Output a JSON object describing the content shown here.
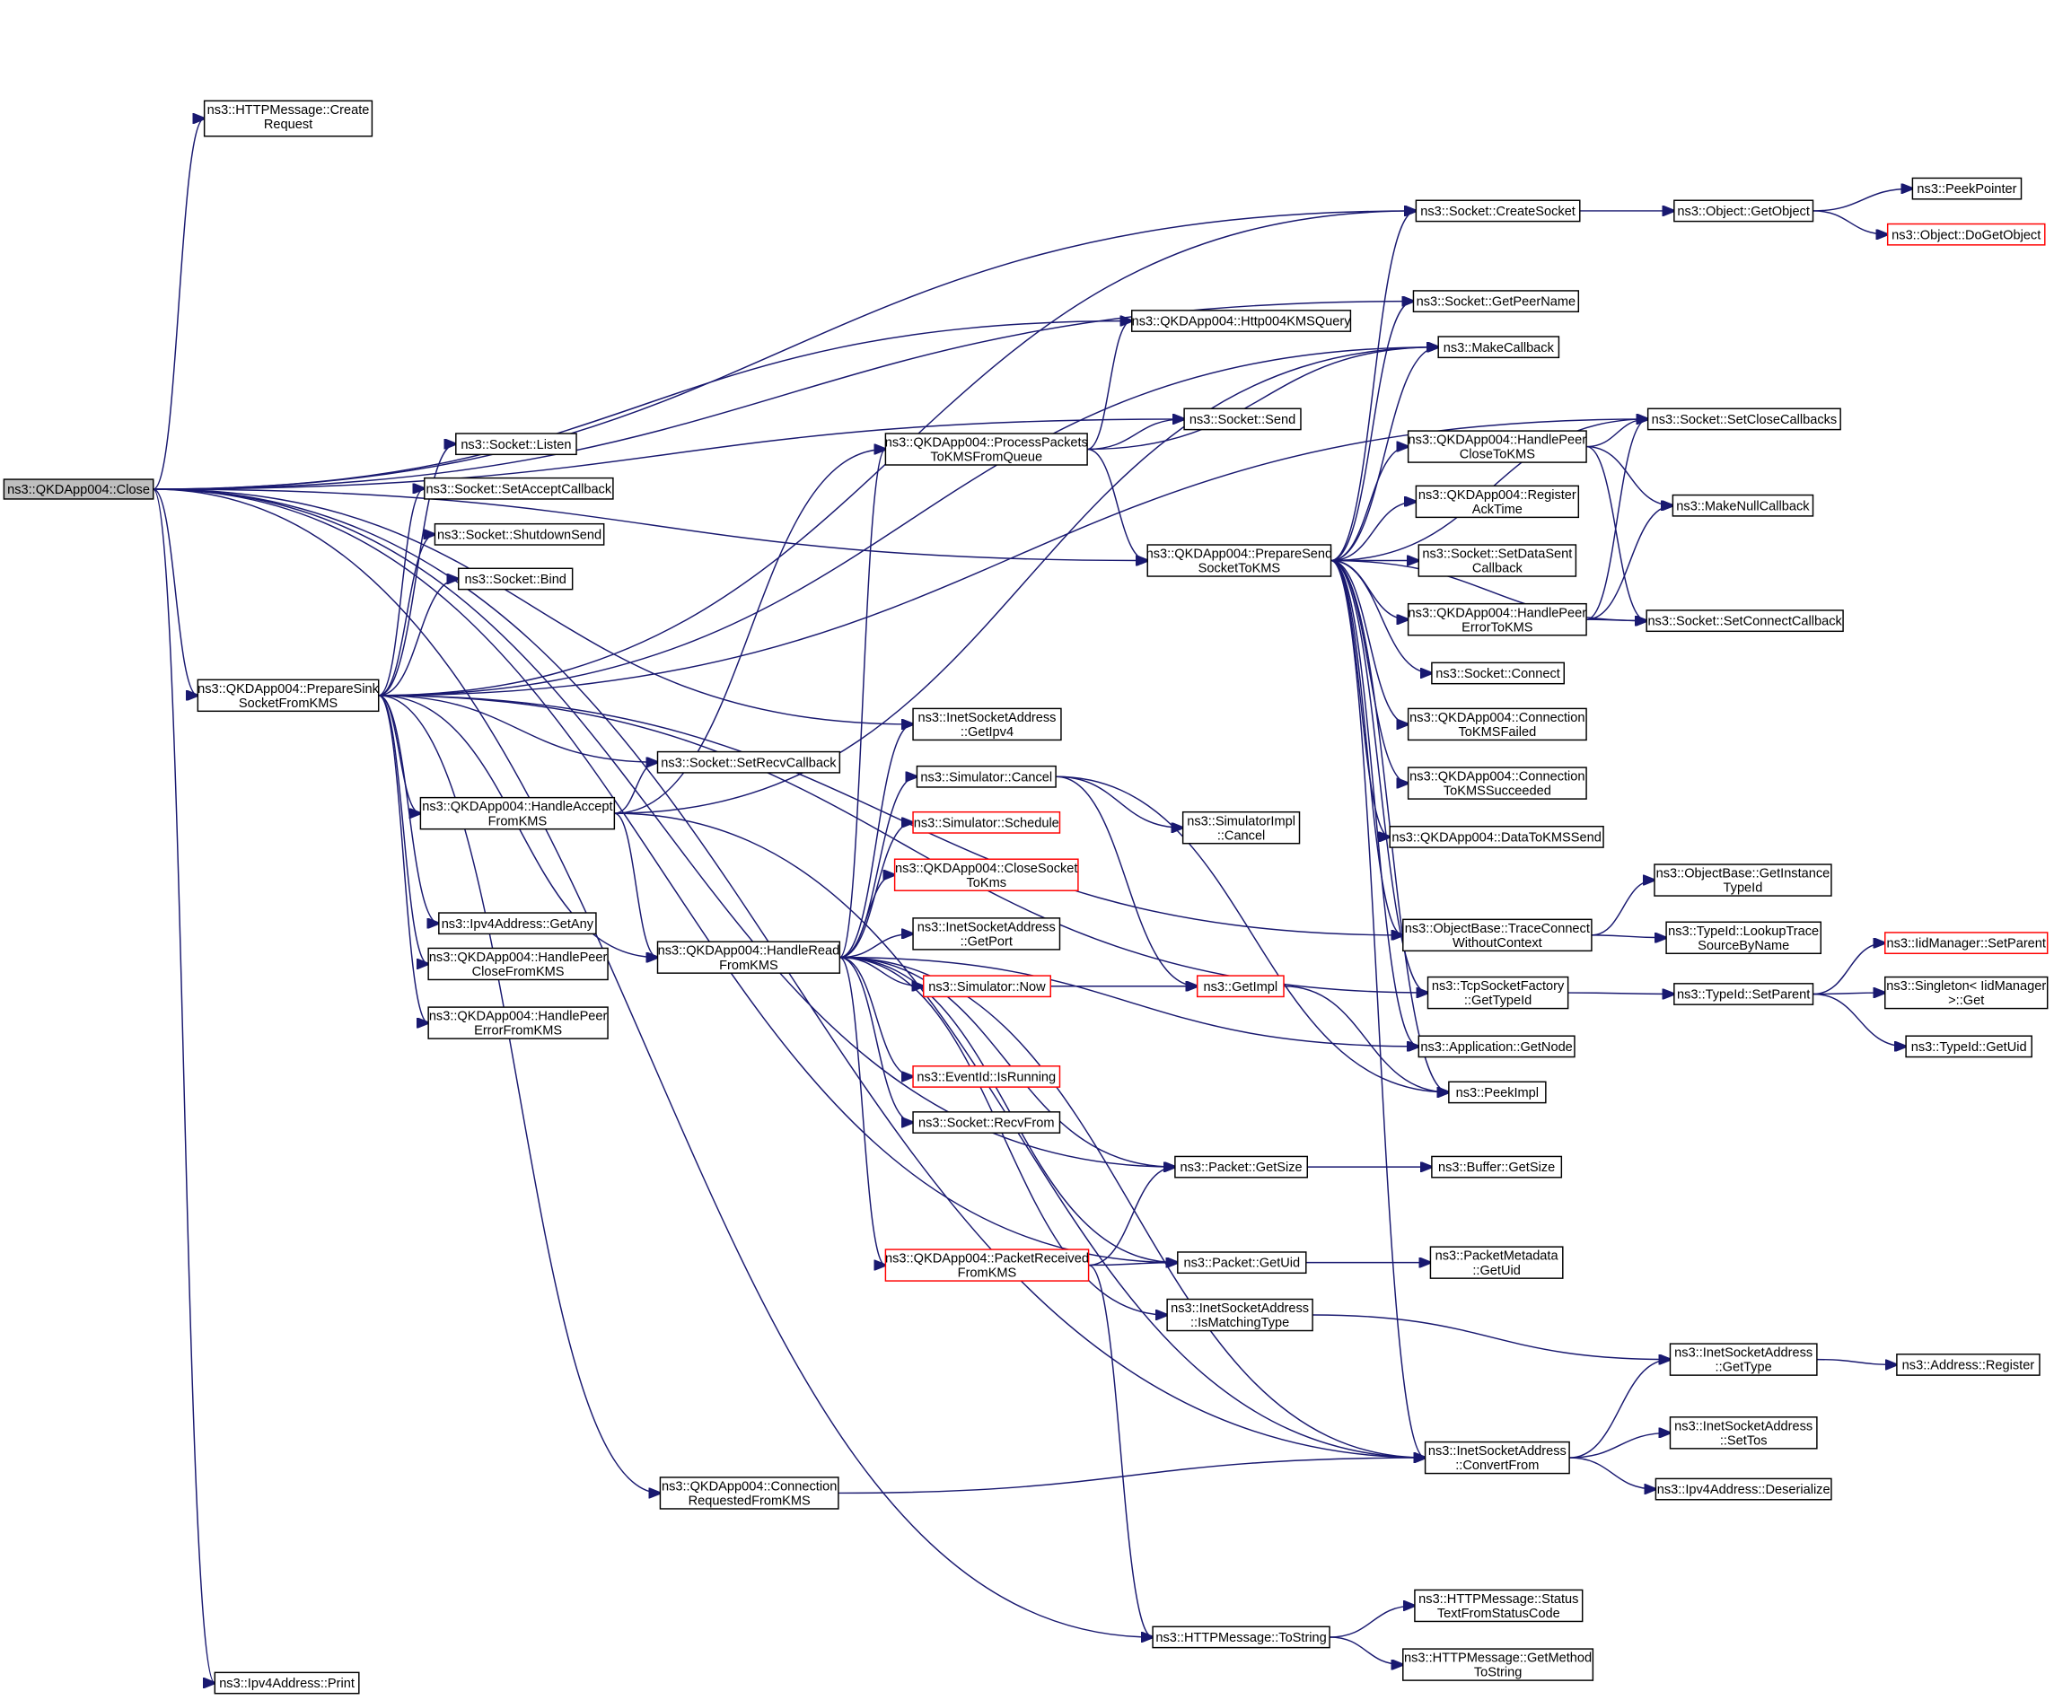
{
  "title": "Call graph for ns3::QKDApp004::Close",
  "colors": {
    "edge": "#191970",
    "root_fill": "#bfbfbf",
    "node_border": "#000000",
    "truncated_border": "#ff0000"
  },
  "nodes": [
    {
      "id": "close",
      "lines": [
        "ns3::QKDApp004::Close"
      ],
      "style": "root"
    },
    {
      "id": "createRequest",
      "lines": [
        "ns3::HTTPMessage::Create",
        "Request"
      ]
    },
    {
      "id": "createSocket",
      "lines": [
        "ns3::Socket::CreateSocket"
      ]
    },
    {
      "id": "getObject",
      "lines": [
        "ns3::Object::GetObject"
      ]
    },
    {
      "id": "peekPointer",
      "lines": [
        "ns3::PeekPointer"
      ]
    },
    {
      "id": "doGetObject",
      "lines": [
        "ns3::Object::DoGetObject"
      ],
      "style": "red"
    },
    {
      "id": "http004",
      "lines": [
        "ns3::QKDApp004::Http004KMSQuery"
      ]
    },
    {
      "id": "getPeerName",
      "lines": [
        "ns3::Socket::GetPeerName"
      ]
    },
    {
      "id": "makeCallback",
      "lines": [
        "ns3::MakeCallback"
      ]
    },
    {
      "id": "send",
      "lines": [
        "ns3::Socket::Send"
      ]
    },
    {
      "id": "setCloseCallbacks",
      "lines": [
        "ns3::Socket::SetCloseCallbacks"
      ]
    },
    {
      "id": "processPackets",
      "lines": [
        "ns3::QKDApp004::ProcessPackets",
        "ToKMSFromQueue"
      ]
    },
    {
      "id": "handlePeerCloseTo",
      "lines": [
        "ns3::QKDApp004::HandlePeer",
        "CloseToKMS"
      ]
    },
    {
      "id": "makeNullCallback",
      "lines": [
        "ns3::MakeNullCallback"
      ]
    },
    {
      "id": "registerAck",
      "lines": [
        "ns3::QKDApp004::Register",
        "AckTime"
      ]
    },
    {
      "id": "prepareSend",
      "lines": [
        "ns3::QKDApp004::PrepareSend",
        "SocketToKMS"
      ]
    },
    {
      "id": "setDataSent",
      "lines": [
        "ns3::Socket::SetDataSent",
        "Callback"
      ]
    },
    {
      "id": "handlePeerErrorTo",
      "lines": [
        "ns3::QKDApp004::HandlePeer",
        "ErrorToKMS"
      ]
    },
    {
      "id": "setConnectCallback",
      "lines": [
        "ns3::Socket::SetConnectCallback"
      ]
    },
    {
      "id": "connect",
      "lines": [
        "ns3::Socket::Connect"
      ]
    },
    {
      "id": "connFailed",
      "lines": [
        "ns3::QKDApp004::Connection",
        "ToKMSFailed"
      ]
    },
    {
      "id": "connSucceeded",
      "lines": [
        "ns3::QKDApp004::Connection",
        "ToKMSSucceeded"
      ]
    },
    {
      "id": "dataToKMSSend",
      "lines": [
        "ns3::QKDApp004::DataToKMSSend"
      ]
    },
    {
      "id": "listen",
      "lines": [
        "ns3::Socket::Listen"
      ]
    },
    {
      "id": "setAcceptCallback",
      "lines": [
        "ns3::Socket::SetAcceptCallback"
      ]
    },
    {
      "id": "shutdownSend",
      "lines": [
        "ns3::Socket::ShutdownSend"
      ]
    },
    {
      "id": "bind",
      "lines": [
        "ns3::Socket::Bind"
      ]
    },
    {
      "id": "prepareSink",
      "lines": [
        "ns3::QKDApp004::PrepareSink",
        "SocketFromKMS"
      ]
    },
    {
      "id": "getIpv4",
      "lines": [
        "ns3::InetSocketAddress",
        "::GetIpv4"
      ]
    },
    {
      "id": "setRecvCallback",
      "lines": [
        "ns3::Socket::SetRecvCallback"
      ]
    },
    {
      "id": "simCancel",
      "lines": [
        "ns3::Simulator::Cancel"
      ]
    },
    {
      "id": "handleAccept",
      "lines": [
        "ns3::QKDApp004::HandleAccept",
        "FromKMS"
      ]
    },
    {
      "id": "simSchedule",
      "lines": [
        "ns3::Simulator::Schedule"
      ],
      "style": "red"
    },
    {
      "id": "simImplCancel",
      "lines": [
        "ns3::SimulatorImpl",
        "::Cancel"
      ]
    },
    {
      "id": "closeSocketToKms",
      "lines": [
        "ns3::QKDApp004::CloseSocket",
        "ToKms"
      ],
      "style": "red"
    },
    {
      "id": "getInstanceTypeId",
      "lines": [
        "ns3::ObjectBase::GetInstance",
        "TypeId"
      ]
    },
    {
      "id": "traceConnect",
      "lines": [
        "ns3::ObjectBase::TraceConnect",
        "WithoutContext"
      ]
    },
    {
      "id": "lookupTrace",
      "lines": [
        "ns3::TypeId::LookupTrace",
        "SourceByName"
      ]
    },
    {
      "id": "getAny",
      "lines": [
        "ns3::Ipv4Address::GetAny"
      ]
    },
    {
      "id": "getPort",
      "lines": [
        "ns3::InetSocketAddress",
        "::GetPort"
      ]
    },
    {
      "id": "handleRead",
      "lines": [
        "ns3::QKDApp004::HandleRead",
        "FromKMS"
      ]
    },
    {
      "id": "handlePeerCloseFrom",
      "lines": [
        "ns3::QKDApp004::HandlePeer",
        "CloseFromKMS"
      ]
    },
    {
      "id": "iidSetParent",
      "lines": [
        "ns3::IidManager::SetParent"
      ],
      "style": "red"
    },
    {
      "id": "tcpGetTypeId",
      "lines": [
        "ns3::TcpSocketFactory",
        "::GetTypeId"
      ]
    },
    {
      "id": "typeIdSetParent",
      "lines": [
        "ns3::TypeId::SetParent"
      ]
    },
    {
      "id": "singletonGet",
      "lines": [
        "ns3::Singleton< IidManager",
        " >::Get"
      ]
    },
    {
      "id": "simNow",
      "lines": [
        "ns3::Simulator::Now"
      ],
      "style": "red"
    },
    {
      "id": "getImpl",
      "lines": [
        "ns3::GetImpl"
      ],
      "style": "red"
    },
    {
      "id": "handlePeerErrorFrom",
      "lines": [
        "ns3::QKDApp004::HandlePeer",
        "ErrorFromKMS"
      ]
    },
    {
      "id": "appGetNode",
      "lines": [
        "ns3::Application::GetNode"
      ]
    },
    {
      "id": "typeIdGetUid",
      "lines": [
        "ns3::TypeId::GetUid"
      ]
    },
    {
      "id": "peekImpl",
      "lines": [
        "ns3::PeekImpl"
      ]
    },
    {
      "id": "isRunning",
      "lines": [
        "ns3::EventId::IsRunning"
      ],
      "style": "red"
    },
    {
      "id": "recvFrom",
      "lines": [
        "ns3::Socket::RecvFrom"
      ]
    },
    {
      "id": "packetGetSize",
      "lines": [
        "ns3::Packet::GetSize"
      ]
    },
    {
      "id": "bufferGetSize",
      "lines": [
        "ns3::Buffer::GetSize"
      ]
    },
    {
      "id": "packetReceived",
      "lines": [
        "ns3::QKDApp004::PacketReceived",
        "FromKMS"
      ],
      "style": "red"
    },
    {
      "id": "packetGetUid",
      "lines": [
        "ns3::Packet::GetUid"
      ]
    },
    {
      "id": "metadataGetUid",
      "lines": [
        "ns3::PacketMetadata",
        "::GetUid"
      ]
    },
    {
      "id": "isMatchingType",
      "lines": [
        "ns3::InetSocketAddress",
        "::IsMatchingType"
      ]
    },
    {
      "id": "getType",
      "lines": [
        "ns3::InetSocketAddress",
        "::GetType"
      ]
    },
    {
      "id": "addrRegister",
      "lines": [
        "ns3::Address::Register"
      ]
    },
    {
      "id": "setTos",
      "lines": [
        "ns3::InetSocketAddress",
        "::SetTos"
      ]
    },
    {
      "id": "convertFrom",
      "lines": [
        "ns3::InetSocketAddress",
        "::ConvertFrom"
      ]
    },
    {
      "id": "deserialize",
      "lines": [
        "ns3::Ipv4Address::Deserialize"
      ]
    },
    {
      "id": "connRequested",
      "lines": [
        "ns3::QKDApp004::Connection",
        "RequestedFromKMS"
      ]
    },
    {
      "id": "statusText",
      "lines": [
        "ns3::HTTPMessage::Status",
        "TextFromStatusCode"
      ]
    },
    {
      "id": "toString",
      "lines": [
        "ns3::HTTPMessage::ToString"
      ]
    },
    {
      "id": "getMethodToString",
      "lines": [
        "ns3::HTTPMessage::GetMethod",
        "ToString"
      ]
    },
    {
      "id": "ipv4Print",
      "lines": [
        "ns3::Ipv4Address::Print"
      ]
    }
  ],
  "edges": [
    [
      "close",
      "createRequest"
    ],
    [
      "close",
      "createSocket"
    ],
    [
      "close",
      "http004"
    ],
    [
      "close",
      "getPeerName"
    ],
    [
      "close",
      "send"
    ],
    [
      "close",
      "prepareSend"
    ],
    [
      "close",
      "prepareSink"
    ],
    [
      "close",
      "getIpv4"
    ],
    [
      "close",
      "packetGetSize"
    ],
    [
      "close",
      "packetGetUid"
    ],
    [
      "close",
      "convertFrom"
    ],
    [
      "close",
      "toString"
    ],
    [
      "close",
      "ipv4Print"
    ],
    [
      "createSocket",
      "getObject"
    ],
    [
      "getObject",
      "peekPointer"
    ],
    [
      "getObject",
      "doGetObject"
    ],
    [
      "prepareSink",
      "createSocket"
    ],
    [
      "prepareSink",
      "makeCallback"
    ],
    [
      "prepareSink",
      "setCloseCallbacks"
    ],
    [
      "prepareSink",
      "listen"
    ],
    [
      "prepareSink",
      "setAcceptCallback"
    ],
    [
      "prepareSink",
      "shutdownSend"
    ],
    [
      "prepareSink",
      "bind"
    ],
    [
      "prepareSink",
      "setRecvCallback"
    ],
    [
      "prepareSink",
      "handleAccept"
    ],
    [
      "prepareSink",
      "handleRead"
    ],
    [
      "prepareSink",
      "getAny"
    ],
    [
      "prepareSink",
      "handlePeerCloseFrom"
    ],
    [
      "prepareSink",
      "handlePeerErrorFrom"
    ],
    [
      "prepareSink",
      "connRequested"
    ],
    [
      "prepareSink",
      "traceConnect"
    ],
    [
      "prepareSink",
      "tcpGetTypeId"
    ],
    [
      "processPackets",
      "http004"
    ],
    [
      "processPackets",
      "send"
    ],
    [
      "processPackets",
      "prepareSend"
    ],
    [
      "processPackets",
      "makeCallback"
    ],
    [
      "prepareSend",
      "createSocket"
    ],
    [
      "prepareSend",
      "getPeerName"
    ],
    [
      "prepareSend",
      "makeCallback"
    ],
    [
      "prepareSend",
      "setCloseCallbacks"
    ],
    [
      "prepareSend",
      "handlePeerCloseTo"
    ],
    [
      "prepareSend",
      "registerAck"
    ],
    [
      "prepareSend",
      "setDataSent"
    ],
    [
      "prepareSend",
      "handlePeerErrorTo"
    ],
    [
      "prepareSend",
      "connect"
    ],
    [
      "prepareSend",
      "connFailed"
    ],
    [
      "prepareSend",
      "connSucceeded"
    ],
    [
      "prepareSend",
      "dataToKMSSend"
    ],
    [
      "prepareSend",
      "traceConnect"
    ],
    [
      "prepareSend",
      "tcpGetTypeId"
    ],
    [
      "prepareSend",
      "appGetNode"
    ],
    [
      "prepareSend",
      "peekImpl"
    ],
    [
      "prepareSend",
      "convertFrom"
    ],
    [
      "prepareSend",
      "setConnectCallback"
    ],
    [
      "handlePeerCloseTo",
      "setCloseCallbacks"
    ],
    [
      "handlePeerCloseTo",
      "makeNullCallback"
    ],
    [
      "handlePeerCloseTo",
      "setConnectCallback"
    ],
    [
      "handlePeerErrorTo",
      "setCloseCallbacks"
    ],
    [
      "handlePeerErrorTo",
      "makeNullCallback"
    ],
    [
      "handlePeerErrorTo",
      "setConnectCallback"
    ],
    [
      "handleAccept",
      "setRecvCallback"
    ],
    [
      "handleAccept",
      "processPackets"
    ],
    [
      "handleAccept",
      "handleRead"
    ],
    [
      "handleAccept",
      "makeCallback"
    ],
    [
      "handleAccept",
      "convertFrom"
    ],
    [
      "handleRead",
      "processPackets"
    ],
    [
      "handleRead",
      "getIpv4"
    ],
    [
      "handleRead",
      "simCancel"
    ],
    [
      "handleRead",
      "simSchedule"
    ],
    [
      "handleRead",
      "closeSocketToKms"
    ],
    [
      "handleRead",
      "getPort"
    ],
    [
      "handleRead",
      "simNow"
    ],
    [
      "handleRead",
      "isRunning"
    ],
    [
      "handleRead",
      "recvFrom"
    ],
    [
      "handleRead",
      "packetGetSize"
    ],
    [
      "handleRead",
      "packetReceived"
    ],
    [
      "handleRead",
      "packetGetUid"
    ],
    [
      "handleRead",
      "isMatchingType"
    ],
    [
      "handleRead",
      "convertFrom"
    ],
    [
      "handleRead",
      "appGetNode"
    ],
    [
      "simCancel",
      "simImplCancel"
    ],
    [
      "simCancel",
      "getImpl"
    ],
    [
      "simCancel",
      "peekImpl"
    ],
    [
      "simNow",
      "getImpl"
    ],
    [
      "getImpl",
      "peekImpl"
    ],
    [
      "traceConnect",
      "getInstanceTypeId"
    ],
    [
      "traceConnect",
      "lookupTrace"
    ],
    [
      "tcpGetTypeId",
      "typeIdSetParent"
    ],
    [
      "typeIdSetParent",
      "iidSetParent"
    ],
    [
      "typeIdSetParent",
      "singletonGet"
    ],
    [
      "typeIdSetParent",
      "typeIdGetUid"
    ],
    [
      "packetGetSize",
      "bufferGetSize"
    ],
    [
      "packetGetUid",
      "metadataGetUid"
    ],
    [
      "packetReceived",
      "packetGetSize"
    ],
    [
      "packetReceived",
      "packetGetUid"
    ],
    [
      "packetReceived",
      "toString"
    ],
    [
      "isMatchingType",
      "getType"
    ],
    [
      "getType",
      "addrRegister"
    ],
    [
      "convertFrom",
      "getType"
    ],
    [
      "convertFrom",
      "setTos"
    ],
    [
      "convertFrom",
      "deserialize"
    ],
    [
      "connRequested",
      "convertFrom"
    ],
    [
      "toString",
      "statusText"
    ],
    [
      "toString",
      "getMethodToString"
    ]
  ]
}
